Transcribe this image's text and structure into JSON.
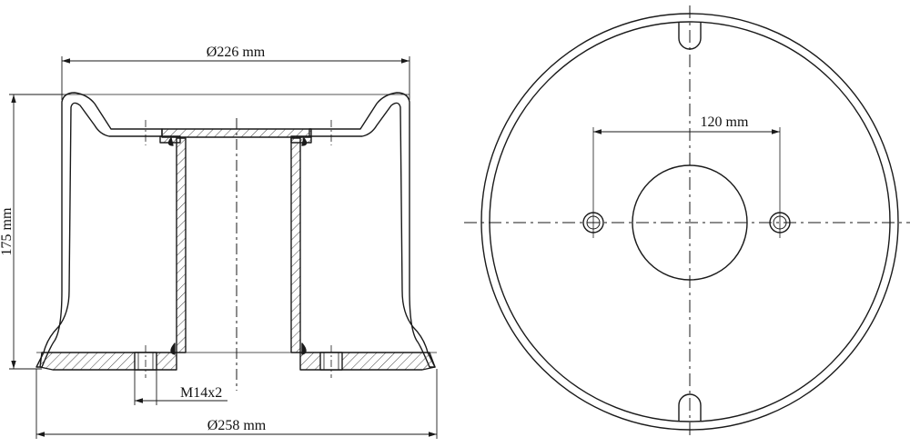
{
  "dimensions": {
    "top_diameter": "Ø226 mm",
    "bottom_diameter": "Ø258 mm",
    "height": "175 mm",
    "thread": "M14x2",
    "bolt_spacing": "120 mm"
  },
  "colors": {
    "line": "#1a1a1a",
    "hatch": "#555555",
    "background": "#ffffff"
  }
}
